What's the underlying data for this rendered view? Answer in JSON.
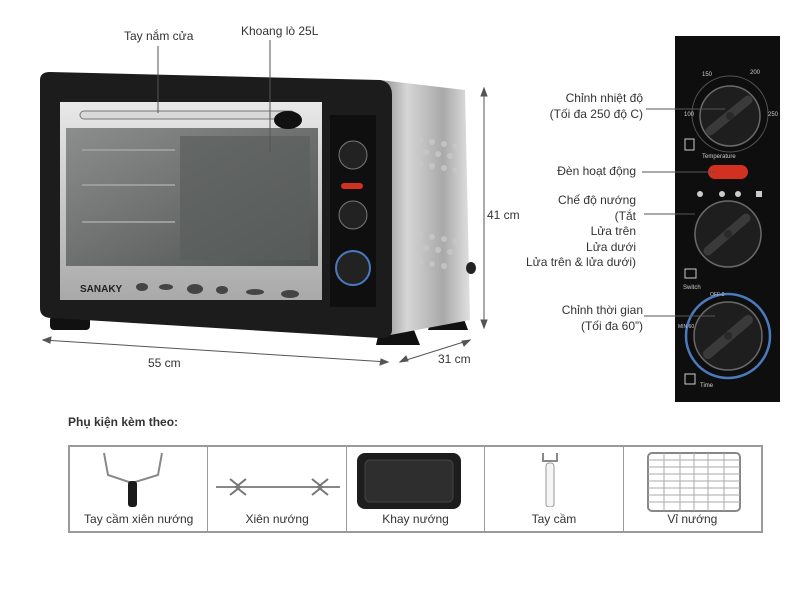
{
  "oven": {
    "brand": "SANAKY",
    "labels": {
      "handle": "Tay nắm cửa",
      "chamber": "Khoang lò 25L",
      "width": "55 cm",
      "depth": "31 cm",
      "height": "41 cm"
    }
  },
  "panel": {
    "temperature": {
      "title": "Chỉnh nhiệt độ",
      "detail": "(Tối đa 250 độ C)",
      "icon_label": "Temperature",
      "scale": [
        "100",
        "150",
        "200",
        "250"
      ]
    },
    "indicator": {
      "title": "Đèn hoạt động"
    },
    "mode": {
      "title": "Chế độ nướng",
      "options": [
        "(Tắt",
        "Lửa trên",
        "Lửa dưới",
        "Lửa trên & lửa dưới)"
      ],
      "icon_label": "Switch"
    },
    "timer": {
      "title": "Chỉnh thời gian",
      "detail": "(Tối đa 60”)",
      "icon_label": "Time",
      "scale": [
        "OFF-0",
        "MIN 60"
      ]
    }
  },
  "accessories": {
    "title": "Phụ kiện kèm theo:",
    "items": [
      {
        "name": "Tay cầm xiên nướng"
      },
      {
        "name": "Xiên nướng"
      },
      {
        "name": "Khay nướng"
      },
      {
        "name": "Tay cầm"
      },
      {
        "name": "Vỉ nướng"
      }
    ]
  },
  "colors": {
    "body": "#1c1c1c",
    "steel": "#bdbdbd",
    "glass": "#6e7270",
    "lamp": "#d23020",
    "text": "#333333"
  }
}
